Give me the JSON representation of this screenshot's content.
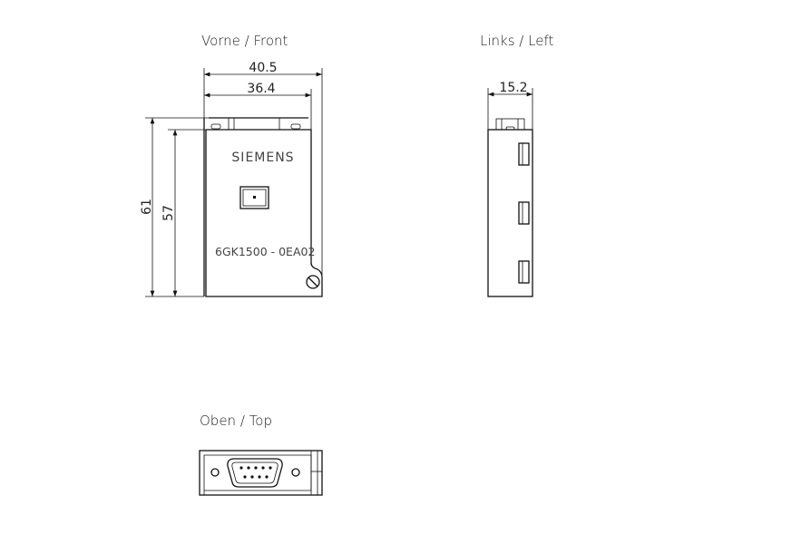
{
  "views": {
    "front": {
      "label": "Vorne  /  Front",
      "brand": "SIEMENS",
      "part_number": "6GK1500 - 0EA02",
      "dimensions": {
        "overall_width": "40.5",
        "body_width": "36.4",
        "overall_height": "61",
        "body_height": "57"
      }
    },
    "left": {
      "label": "Links  /  Left",
      "dimensions": {
        "depth": "15.2"
      }
    },
    "top": {
      "label": "Oben  /  Top"
    }
  }
}
